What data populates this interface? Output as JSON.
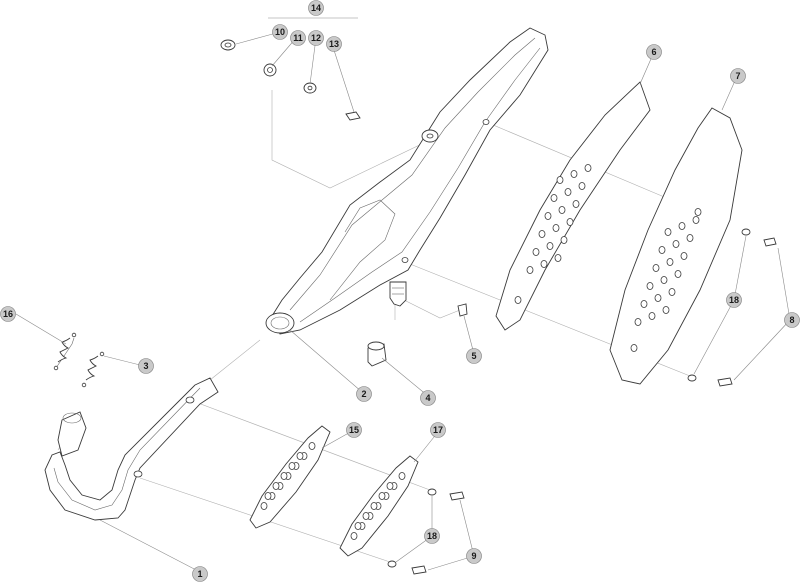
{
  "callouts": [
    {
      "id": "c1",
      "label": "1"
    },
    {
      "id": "c2",
      "label": "2"
    },
    {
      "id": "c3",
      "label": "3"
    },
    {
      "id": "c4",
      "label": "4"
    },
    {
      "id": "c5",
      "label": "5"
    },
    {
      "id": "c6",
      "label": "6"
    },
    {
      "id": "c7",
      "label": "7"
    },
    {
      "id": "c8",
      "label": "8"
    },
    {
      "id": "c9",
      "label": "9"
    },
    {
      "id": "c10",
      "label": "10"
    },
    {
      "id": "c11",
      "label": "11"
    },
    {
      "id": "c12",
      "label": "12"
    },
    {
      "id": "c13",
      "label": "13"
    },
    {
      "id": "c14",
      "label": "14"
    },
    {
      "id": "c15",
      "label": "15"
    },
    {
      "id": "c16",
      "label": "16"
    },
    {
      "id": "c17",
      "label": "17"
    },
    {
      "id": "c18a",
      "label": "18"
    },
    {
      "id": "c18b",
      "label": "18"
    }
  ]
}
